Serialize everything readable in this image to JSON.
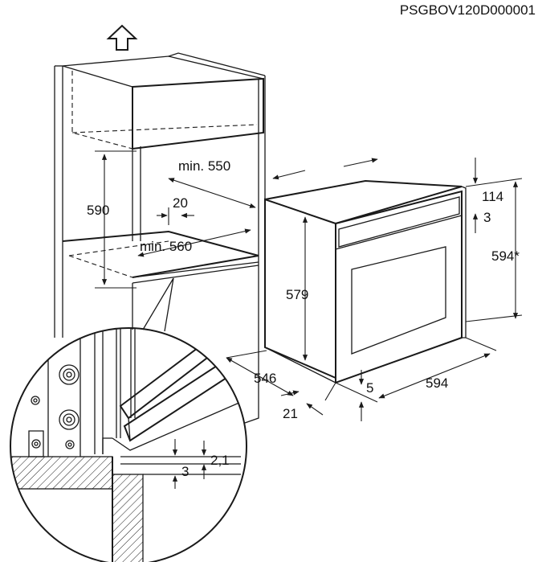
{
  "doc_code": "PSGBOV120D000001",
  "dimensions": {
    "cabinet_height": "590",
    "min_depth_top": "min. 550",
    "gap": "20",
    "min_depth_bottom": "min. 560",
    "oven_height": "579",
    "oven_total_height": "594*",
    "top_offset": "114",
    "panel_gap": "3",
    "oven_depth": "546",
    "oven_width": "594",
    "door_depth": "21",
    "bottom_gap": "5",
    "detail_gap": "2,1",
    "detail_offset": "3"
  },
  "icons": {
    "up_arrow": "up-arrow-icon"
  }
}
